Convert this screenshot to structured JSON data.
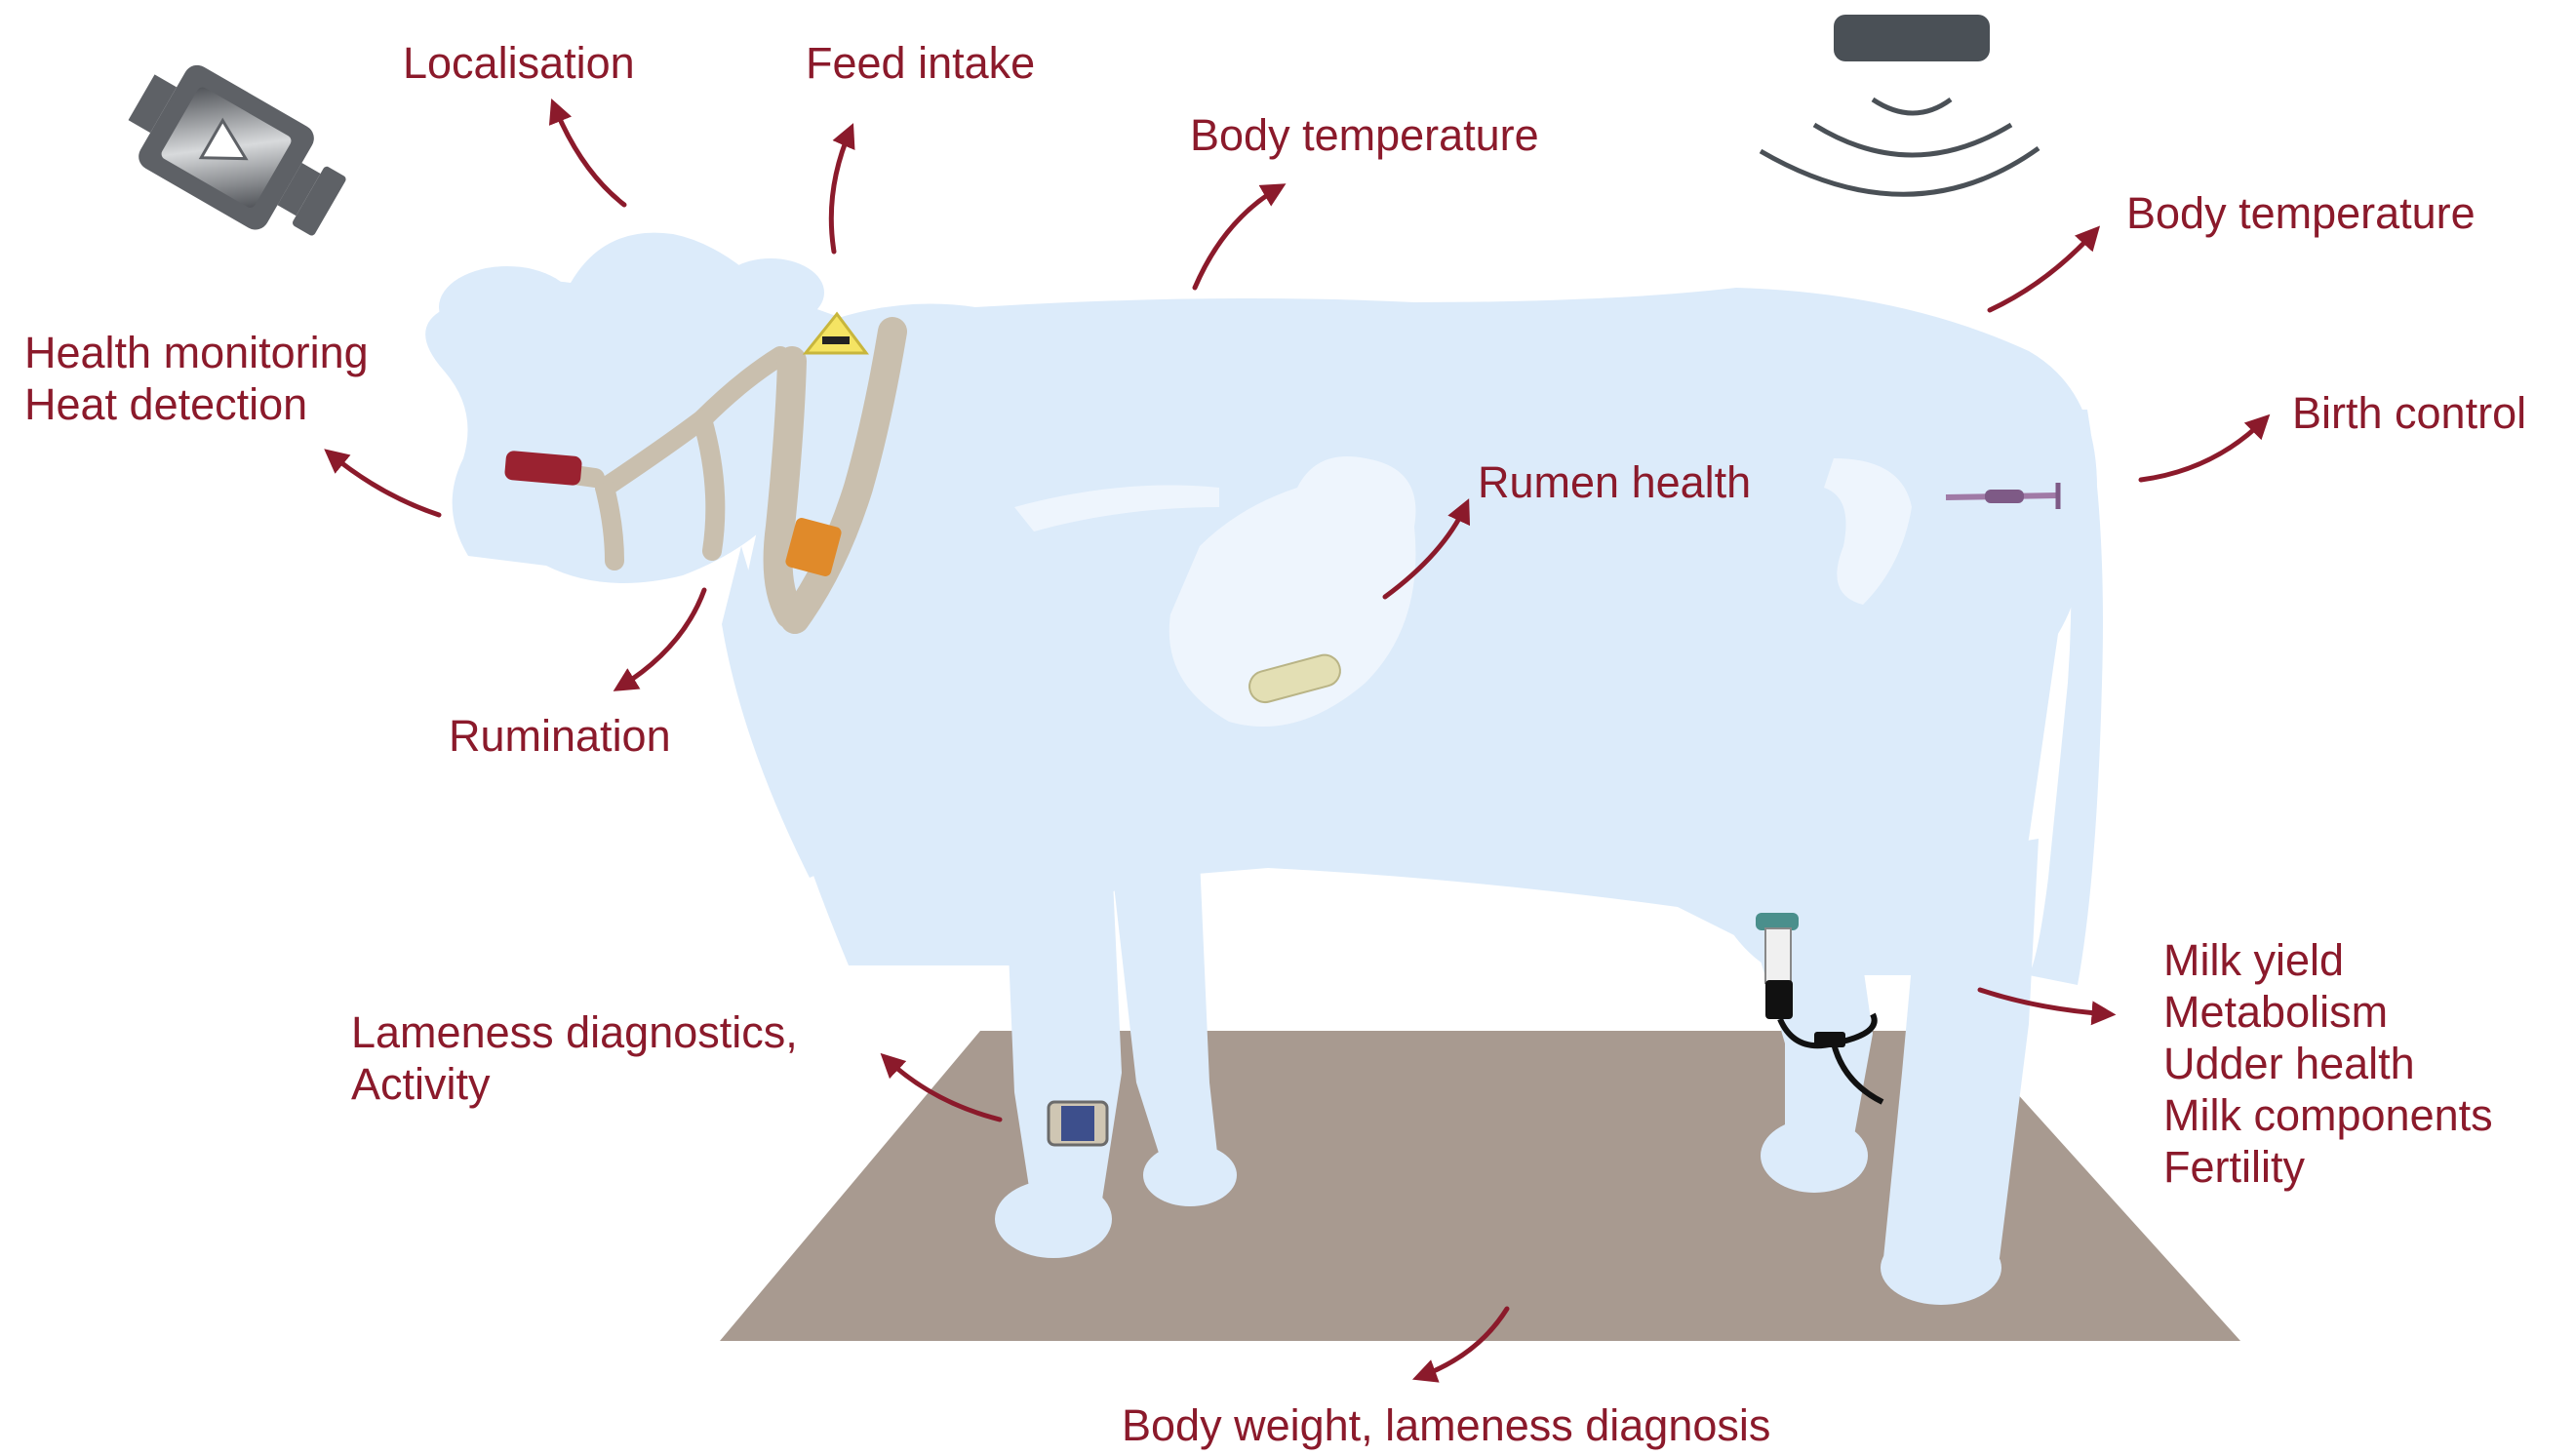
{
  "labels": {
    "localisation": "Localisation",
    "feed_intake": "Feed intake",
    "body_temperature_back": "Body temperature",
    "body_temperature_rump": "Body temperature",
    "health_monitoring": "Health monitoring",
    "heat_detection": "Heat detection",
    "birth_control": "Birth control",
    "rumen_health": "Rumen health",
    "rumination": "Rumination",
    "lameness_diagnostics": "Lameness diagnostics,",
    "activity": "Activity",
    "milk_yield": "Milk yield",
    "metabolism": "Metabolism",
    "udder_health": "Udder health",
    "milk_components": "Milk components",
    "fertility": "Fertility",
    "body_weight": "Body weight, lameness diagnosis"
  },
  "colors": {
    "label_text": "#8b1a2b",
    "arrow": "#8b1a2b",
    "cow_body": "#dcebfa",
    "cow_highlight": "#eef5fd",
    "platform": "#a89a90",
    "collar": "#c9bfae",
    "camera": "#5e6166",
    "sensor_bar": "#4a5056"
  },
  "icons": {
    "camera": "video-camera-icon",
    "wireless": "wireless-signal-icon"
  }
}
